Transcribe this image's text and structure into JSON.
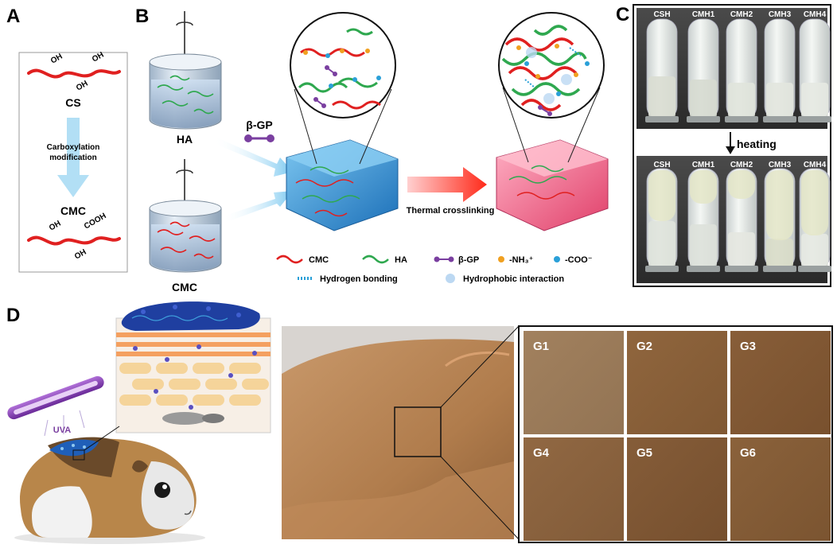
{
  "panels": {
    "a": {
      "label": "A",
      "top_group": "CS",
      "arrow_text_1": "Carboxylation",
      "arrow_text_2": "modification",
      "bottom_group": "CMC",
      "oh": "OH",
      "cooh": "COOH"
    },
    "b": {
      "label": "B",
      "cylinder_top": "HA",
      "cylinder_bottom": "CMC",
      "crosslinker": "β-GP",
      "process": "Thermal crosslinking",
      "legend": {
        "cmc": "CMC",
        "ha": "HA",
        "bgp": "β-GP",
        "nh3": "-NH₃⁺",
        "coo": "-COO⁻",
        "hbond": "Hydrogen bonding",
        "hydrophobic": "Hydrophobic interaction"
      }
    },
    "c": {
      "label": "C",
      "tubes": [
        "CSH",
        "CMH1",
        "CMH2",
        "CMH3",
        "CMH4"
      ],
      "heating": "heating"
    },
    "d": {
      "label": "D",
      "uva": "UVA",
      "groups": [
        "G1",
        "G2",
        "G3",
        "G4",
        "G5",
        "G6"
      ]
    }
  },
  "colors": {
    "cmc_chain": "#e02020",
    "ha_chain": "#2fa84f",
    "bgp": "#7a3fa0",
    "nh3": "#f0a020",
    "coo": "#2aa0d8",
    "gel_before": "#3fa0dc",
    "gel_after": "#f06a8c",
    "fur": "#b07c4c",
    "skin_patch": "#8a6038"
  }
}
